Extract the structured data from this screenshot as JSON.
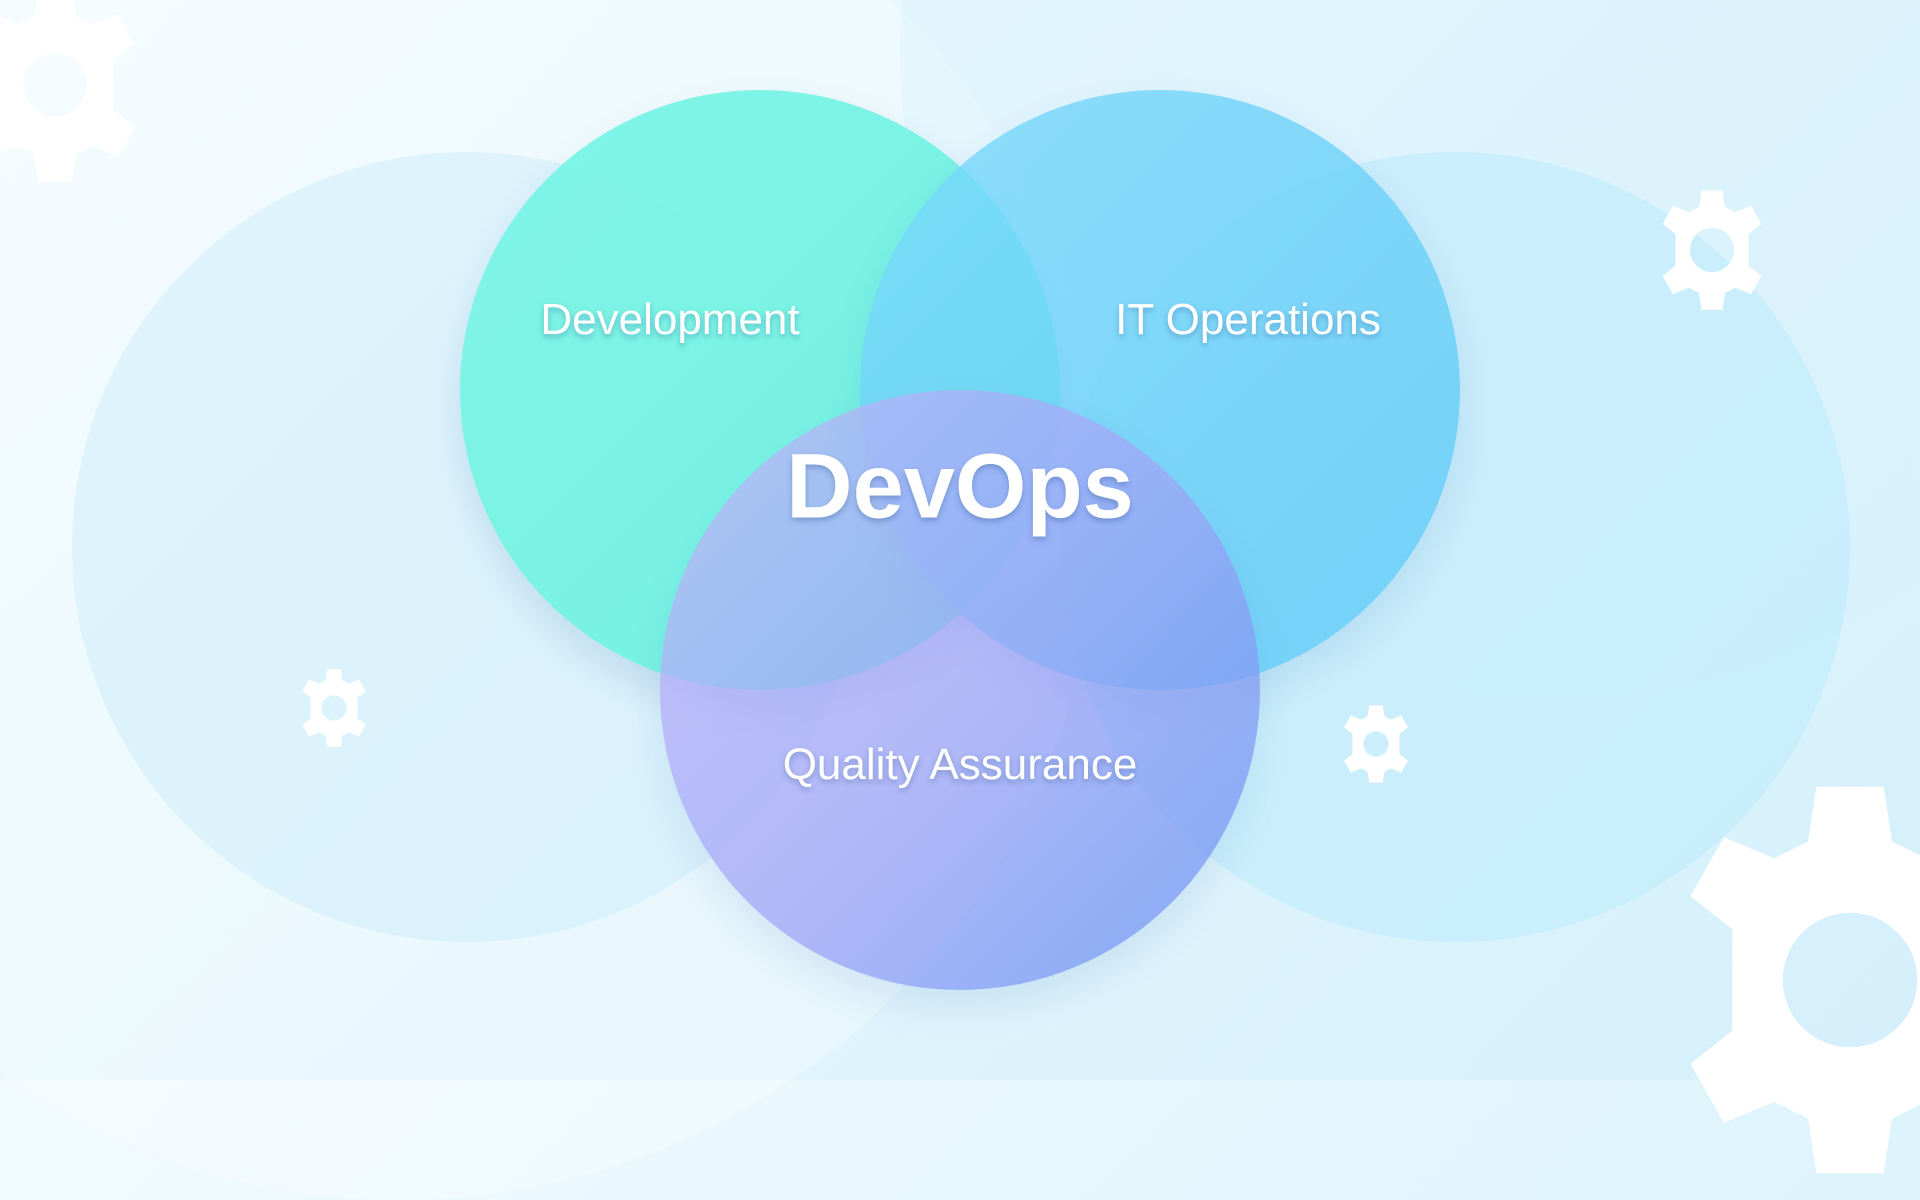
{
  "diagram": {
    "type": "venn",
    "center_label": "DevOps",
    "sets": [
      {
        "label": "Development",
        "color": "#76F3E6"
      },
      {
        "label": "IT Operations",
        "color": "#66CEF8"
      },
      {
        "label": "Quality Assurance",
        "color": "#A9A6F8"
      }
    ]
  },
  "decorations": {
    "gear_icon_color": "#FFFFFF",
    "background_color": "#E4F6FD"
  }
}
